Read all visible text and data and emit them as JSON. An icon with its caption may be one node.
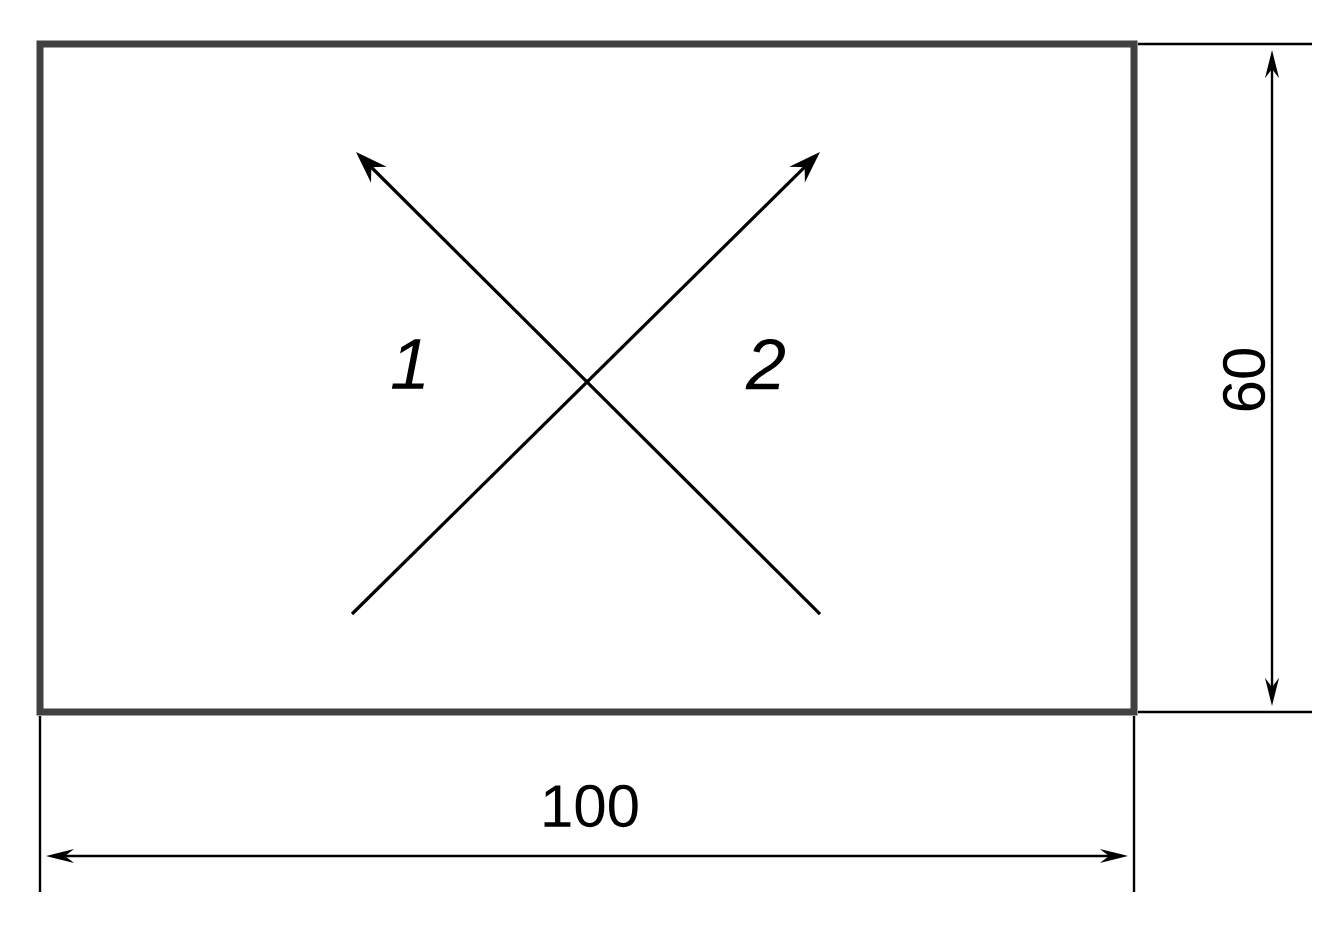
{
  "diagram": {
    "labels": [
      "1",
      "2",
      "60",
      "100"
    ]
  }
}
